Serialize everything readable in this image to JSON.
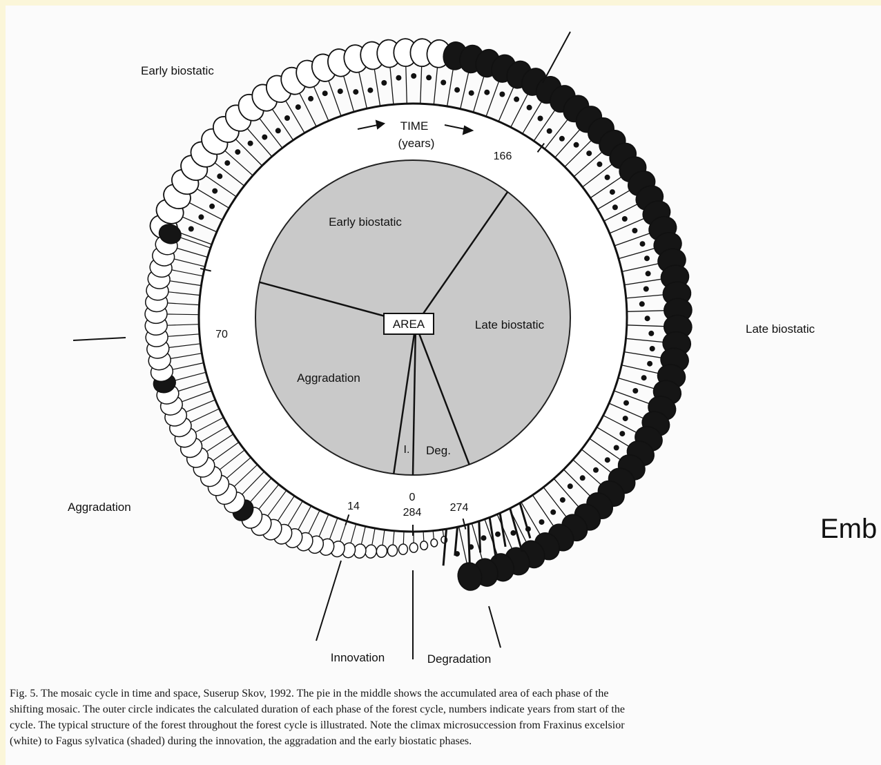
{
  "figure": {
    "time_label": "TIME",
    "time_unit": "(years)",
    "center_label": "AREA",
    "pie_labels": {
      "early_biostatic": "Early biostatic",
      "late_biostatic": "Late biostatic",
      "aggradation": "Aggradation",
      "innovation": "I.",
      "degradation": "Deg."
    },
    "pie_area_shares": [
      {
        "phase": "Early biostatic",
        "start_deg": -77,
        "end_deg": 37
      },
      {
        "phase": "Late biostatic",
        "start_deg": 37,
        "end_deg": 159
      },
      {
        "phase": "Degradation",
        "start_deg": 159,
        "end_deg": 180
      },
      {
        "phase": "Innovation",
        "start_deg": 180,
        "end_deg": 187
      },
      {
        "phase": "Aggradation",
        "start_deg": 187,
        "end_deg": 283
      }
    ],
    "year_ticks": [
      "0",
      "284",
      "14",
      "70",
      "166",
      "274"
    ],
    "outer_labels": {
      "early_biostatic": "Early biostatic",
      "late_biostatic": "Late biostatic",
      "aggradation": "Aggradation",
      "innovation": "Innovation",
      "degradation": "Degradation"
    }
  },
  "caption_lines": [
    "Fig. 5. The mosaic cycle in time and space, Suserup Skov, 1992. The pie in the middle shows the accumulated area of each phase of the",
    "shifting mosaic. The outer circle indicates the calculated duration of each phase of the forest cycle, numbers indicate years from start of the",
    "cycle. The typical structure of the forest throughout the forest cycle is illustrated. Note the climax microsuccession from Fraxinus excelsior",
    "(white) to Fagus sylvatica (shaded) during the innovation, the aggradation and the early biostatic phases."
  ],
  "overlay_text": "Emb"
}
